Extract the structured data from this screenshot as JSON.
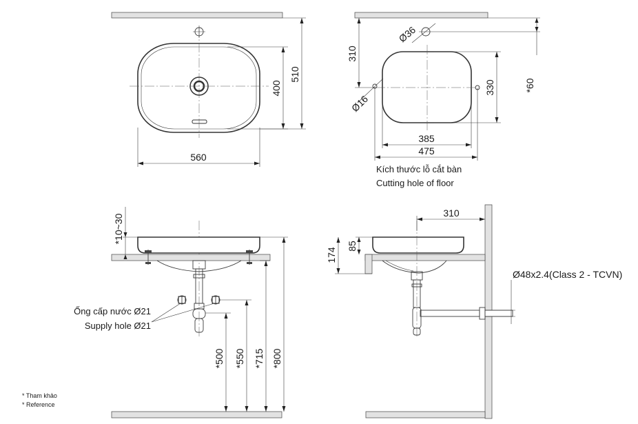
{
  "top_view": {
    "width_dim": "560",
    "inner_depth_dim": "400",
    "outer_depth_dim": "510"
  },
  "cutout_view": {
    "back_dim": "310",
    "hole_dim": "Ø36",
    "corner_hole_dim": "Ø16",
    "height_dim": "330",
    "ref_dim": "*60",
    "inner_width_dim": "385",
    "outer_width_dim": "475",
    "caption_vi": "Kích thước lỗ cắt bàn",
    "caption_en": "Cutting hole of floor"
  },
  "front_view": {
    "counter_dim": "*10~30",
    "supply_label_vi": "Ống cấp nước Ø21",
    "supply_label_en": "Supply hole Ø21",
    "h500": "*500",
    "h550": "*550",
    "h715": "*715",
    "h800": "*800"
  },
  "side_view": {
    "depth_dim": "310",
    "rim_dim": "85",
    "total_dim": "174",
    "pipe_label": "Ø48x2.4(Class 2 - TCVN)"
  },
  "notes": {
    "ref_vi": "* Tham khảo",
    "ref_en": "* Reference"
  }
}
